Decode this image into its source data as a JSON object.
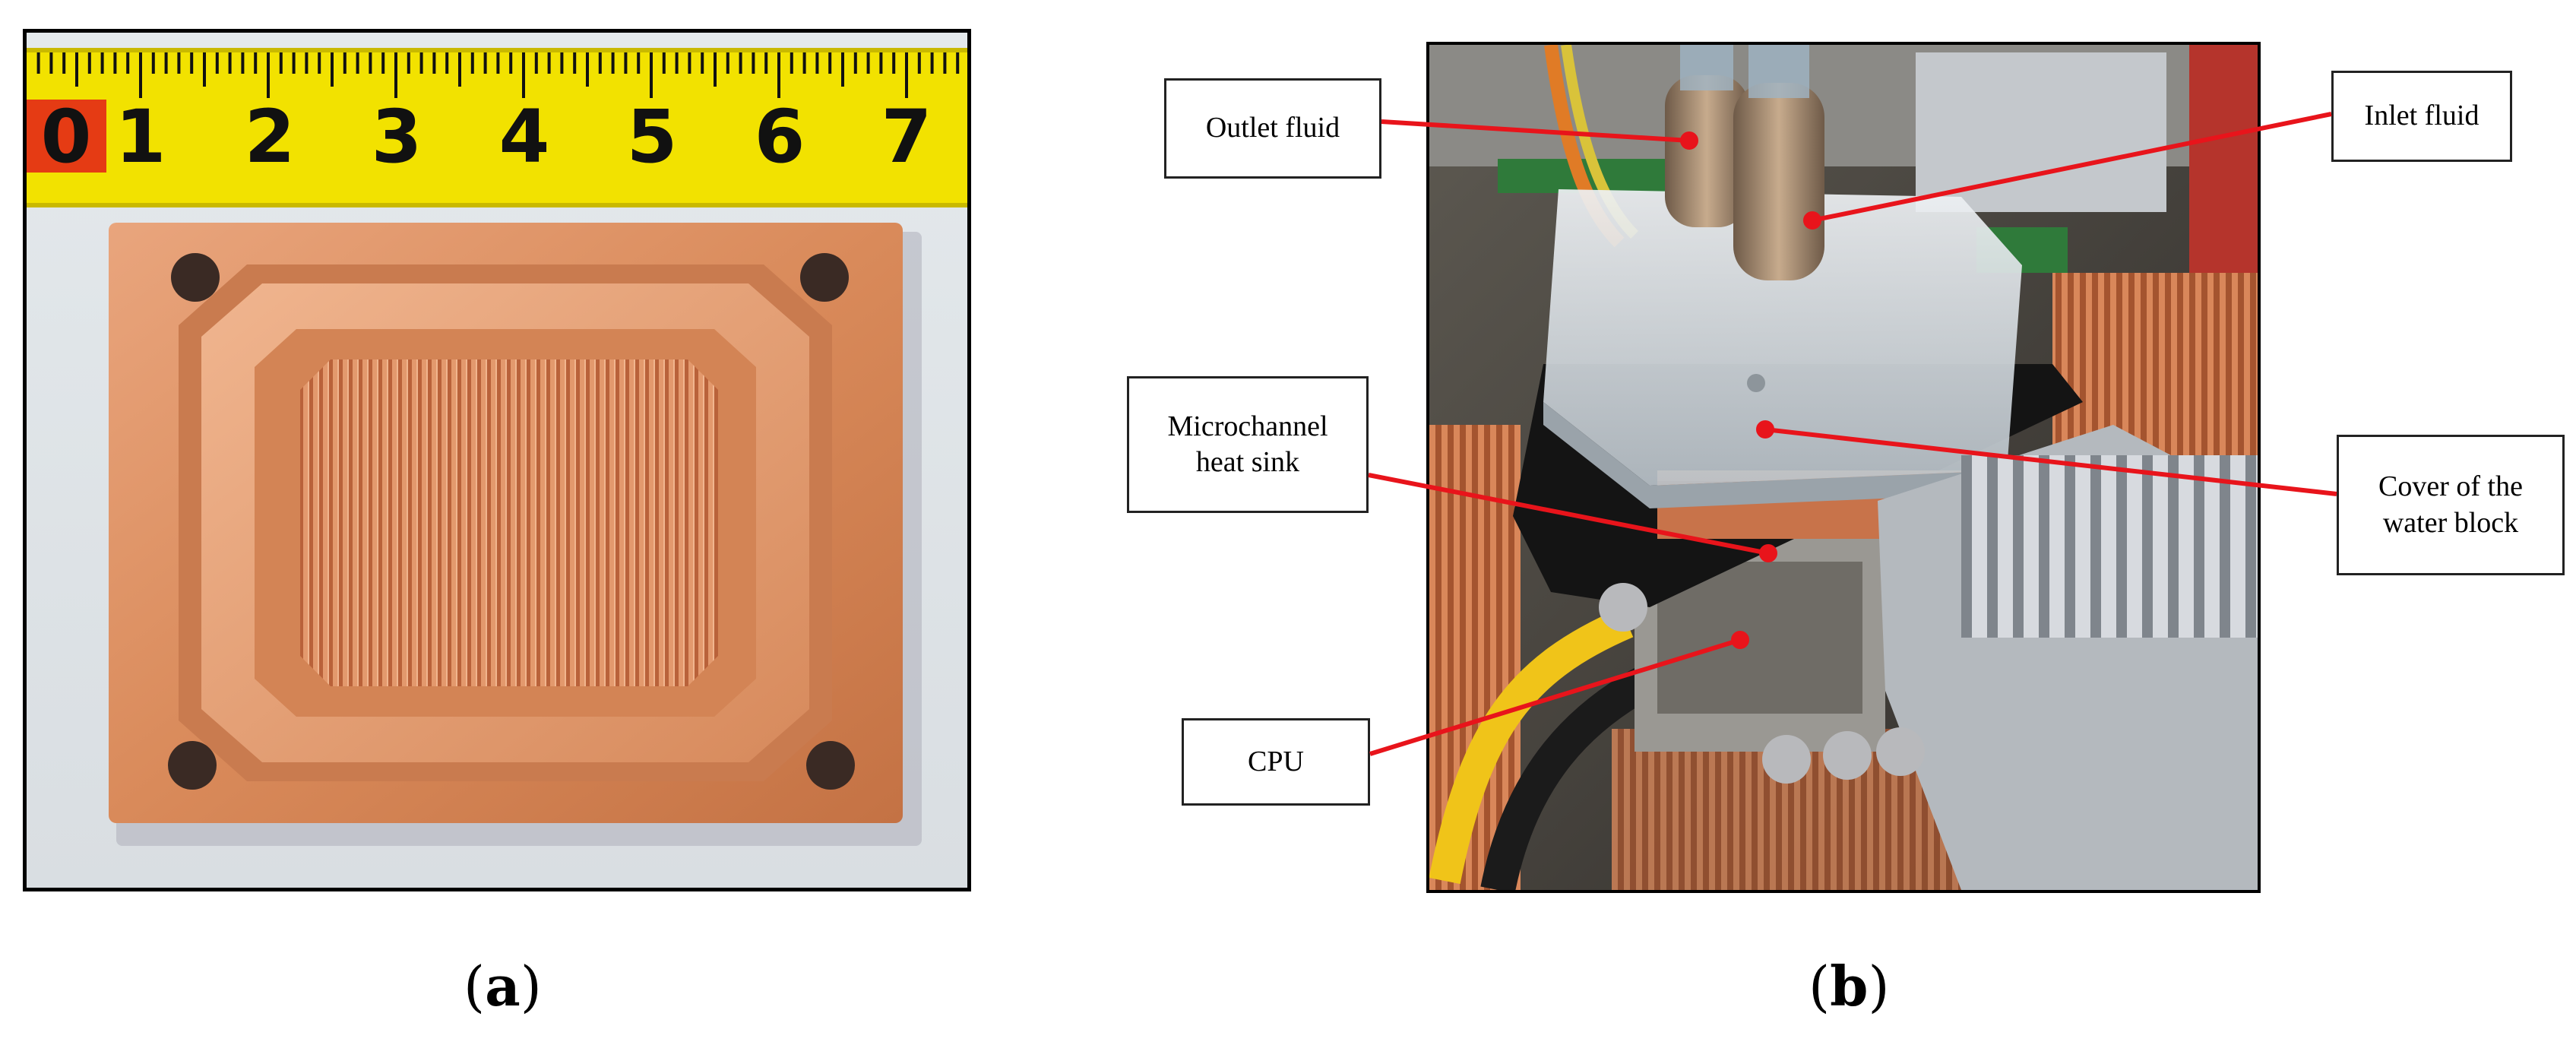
{
  "panel_a": {
    "ruler_ticks": [
      "0",
      "1",
      "2",
      "3",
      "4",
      "5",
      "6",
      "7"
    ],
    "caption": {
      "open": "(",
      "letter": "a",
      "close": ")"
    },
    "colors": {
      "ruler": "#f2e200",
      "copper": "#d98a5a",
      "background": "#e9ecee"
    }
  },
  "panel_b": {
    "labels": {
      "outlet": "Outlet fluid",
      "inlet": "Inlet fluid",
      "microchannel_line1": "Microchannel",
      "microchannel_line2": "heat sink",
      "cover_line1": "Cover of the",
      "cover_line2": "water block",
      "cpu": "CPU"
    },
    "caption": {
      "open": "(",
      "letter": "b",
      "close": ")"
    },
    "colors": {
      "leader": "#e8141b",
      "fins": "#c9ccd1",
      "copper": "#c8734a"
    }
  }
}
